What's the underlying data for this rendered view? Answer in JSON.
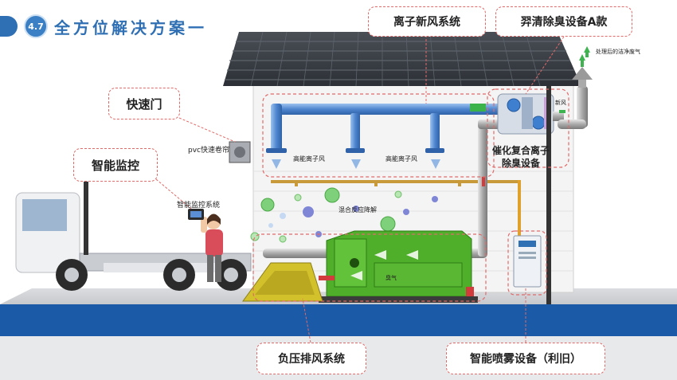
{
  "header": {
    "badge": "4.7",
    "title": "全方位解决方案一"
  },
  "callouts": {
    "ion_fresh_air": "离子新风系统",
    "deodor_a": "羿清除臭设备A款",
    "fast_door": "快速门",
    "smart_monitor": "智能监控",
    "negative_pressure": "负压排风系统",
    "smart_spray": "智能喷雾设备（利旧）"
  },
  "labels": {
    "pvc_door": "pvc快速卷帘",
    "monitor_system": "智能监控系统",
    "high_ion_wind_1": "高能离子风",
    "high_ion_wind_2": "高能离子风",
    "mix_reaction": "混合反应降解",
    "catalytic_line1": "催化复合离子",
    "catalytic_line2": "除臭设备",
    "treated_air": "处理后的洁净废气",
    "exhaust_label": "新风",
    "foul_gas": "臭气"
  },
  "colors": {
    "brand_blue": "#2f6fb3",
    "callout_border": "#e06a6a",
    "ground_blue": "#1a5aa6",
    "compactor_green": "#4fae2a",
    "pipe_blue": "#5a93d8"
  }
}
